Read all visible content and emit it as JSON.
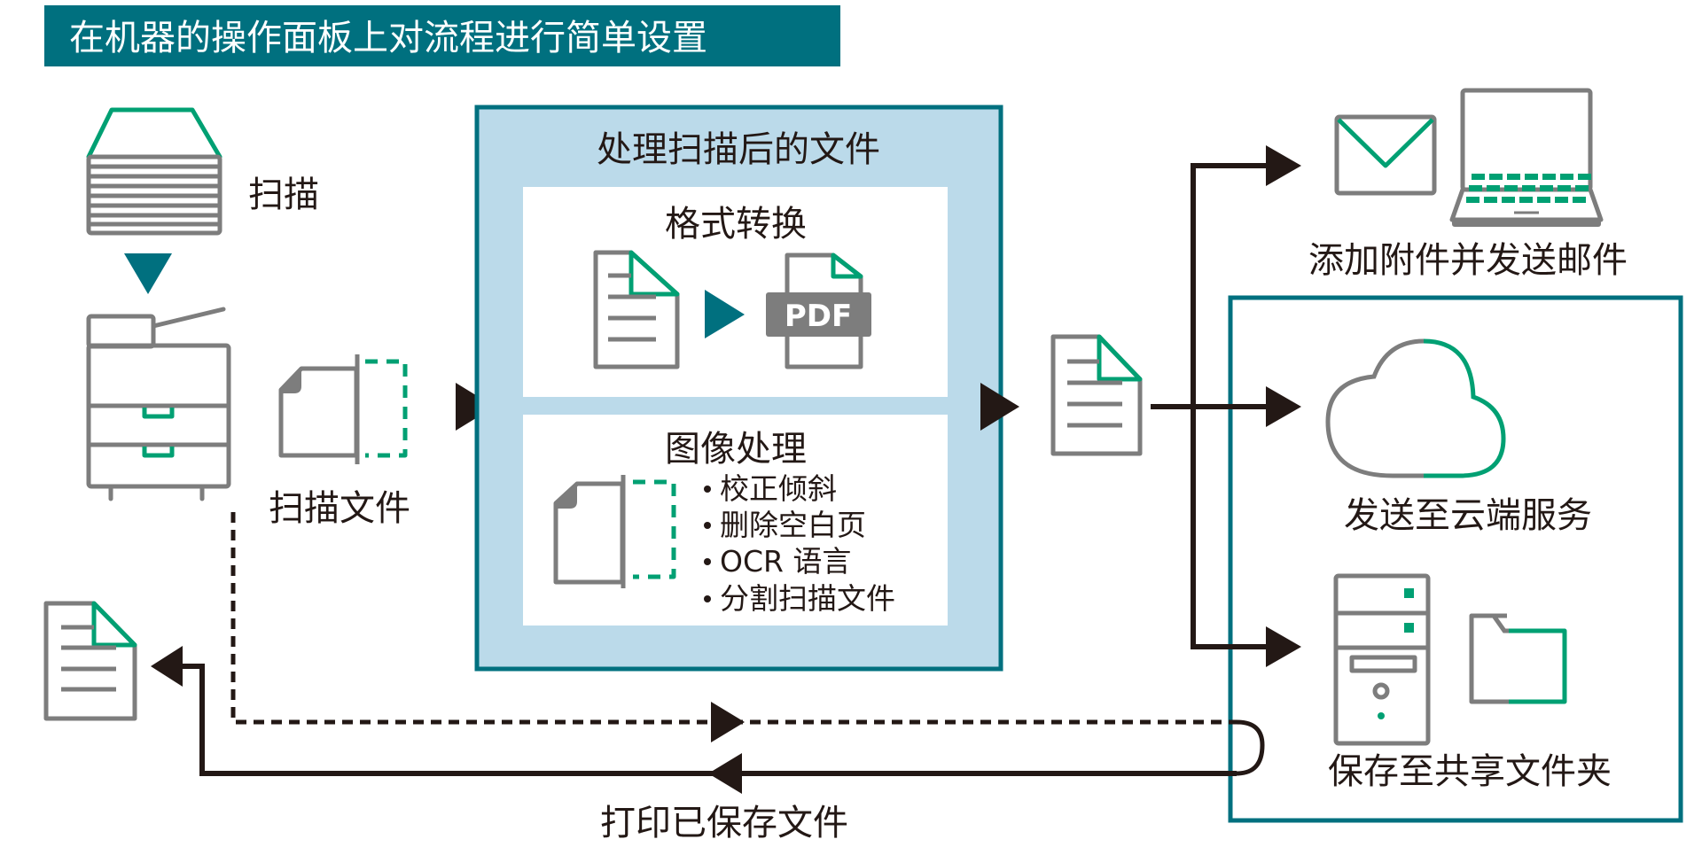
{
  "header": {
    "title": "在机器的操作面板上对流程进行简单设置"
  },
  "colors": {
    "teal": "#00707f",
    "light_blue": "#bbdaea",
    "green": "#00a073",
    "gray": "#7d7d7d",
    "black": "#231815"
  },
  "left": {
    "scan_label": "扫描",
    "scanned_file_label": "扫描文件",
    "icons": [
      "document-stack-icon",
      "multifunction-printer-icon",
      "scanned-page-icon",
      "printed-document-icon"
    ]
  },
  "process": {
    "title": "处理扫描后的文件",
    "format_conversion": {
      "title": "格式转换",
      "pdf_label": "PDF"
    },
    "image_processing": {
      "title": "图像处理",
      "items": [
        "校正倾斜",
        "删除空白页",
        "OCR 语言",
        "分割扫描文件"
      ]
    }
  },
  "outputs": {
    "email": "添加附件并发送邮件",
    "cloud": "发送至云端服务",
    "shared_folder": "保存至共享文件夹",
    "print_saved": "打印已保存文件"
  }
}
